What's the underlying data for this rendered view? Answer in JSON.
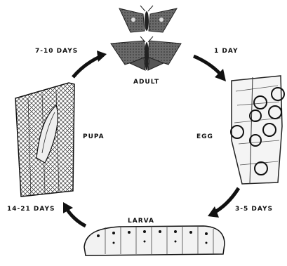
{
  "stages": {
    "adult": "ADULT",
    "egg": "EGG",
    "larva": "LARVA",
    "pupa": "PUPA"
  },
  "durations": {
    "adult_to_egg": "1 DAY",
    "egg_to_larva": "3-5 DAYS",
    "larva_to_pupa": "14-21 DAYS",
    "pupa_to_adult": "7-10 DAYS"
  }
}
